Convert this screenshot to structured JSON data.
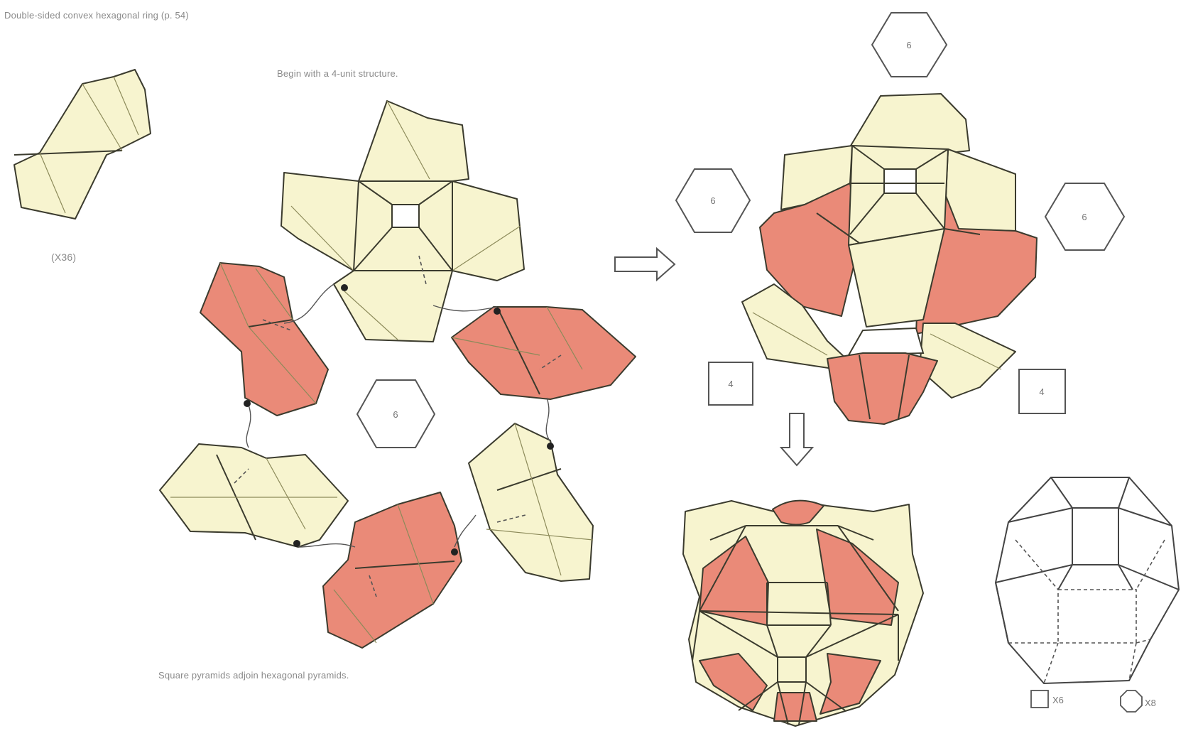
{
  "captions": {
    "title": "Double-sided convex hexagonal ring (p. 54)",
    "begin": "Begin with a 4-unit structure.",
    "bottom": "Square pyramids adjoin hexagonal pyramids.",
    "unit_count": "(X36)"
  },
  "shape_labels": {
    "hex_center": "6",
    "hex_top": "6",
    "hex_left": "6",
    "hex_right": "6",
    "square_left": "4",
    "square_right": "4"
  },
  "legend": {
    "square_count": "X6",
    "octagon_count": "X8"
  },
  "colors": {
    "light_unit": "#f7f4cf",
    "dark_unit": "#ea8a78",
    "line": "#3b3b2e",
    "caption": "#8a8a8a"
  }
}
